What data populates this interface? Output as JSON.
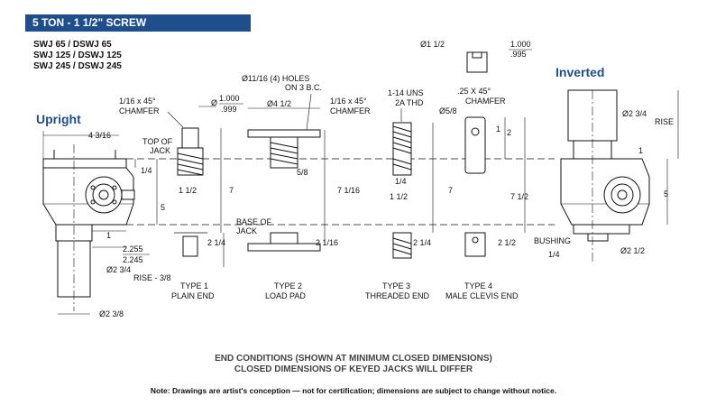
{
  "header": {
    "title": "5 TON - 1 1/2\" SCREW"
  },
  "models": [
    "SWJ 65 / DSWJ 65",
    "SWJ 125 / DSWJ 125",
    "SWJ 245 / DSWJ 245"
  ],
  "views": {
    "upright": "Upright",
    "inverted": "Inverted"
  },
  "upright_dims": {
    "width": "4 3/16",
    "top_of_jack": [
      "TOP OF",
      "JACK"
    ],
    "quarter": "1/4",
    "five": "5",
    "one": "1",
    "d1": "2.255",
    "d2": "2.245",
    "dia_234": "Ø2 3/4",
    "rise_38": "RISE - 3/8",
    "dia_238": "Ø2 3/8"
  },
  "type1": {
    "chamfer": [
      "1/16 x 45°",
      "CHAMFER"
    ],
    "dia_top": "1.000",
    "dia_bottom": ".999",
    "len_112": "1 1/2",
    "len_7": "7",
    "len_214": "2 1/4",
    "base_of_jack": [
      "BASE OF",
      "JACK"
    ],
    "label": [
      "TYPE 1",
      "PLAIN END"
    ]
  },
  "type2": {
    "holes": [
      "Ø11/16 (4) HOLES",
      "ON 3 B.C."
    ],
    "dia": "Ø4 1/2",
    "thick": "5/8",
    "len_7116": "7 1/16",
    "len_2116": "2 1/16",
    "label": [
      "TYPE 2",
      "LOAD PAD"
    ]
  },
  "type3": {
    "chamfer": [
      "1/16 x 45°",
      "CHAMFER"
    ],
    "thread": [
      "1-14 UNS",
      "2A THD"
    ],
    "quarter": "1/4",
    "len_112": "1 1/2",
    "len_7": "7",
    "len_214": "2 1/4",
    "label": [
      "TYPE 3",
      "THREADED END"
    ]
  },
  "type4": {
    "chamfer": [
      ".25 X 45°",
      "CHAMFER"
    ],
    "dia_58": "Ø5/8",
    "one": "1",
    "two": "2",
    "len_712": "7 1/2",
    "len_212": "2 1/2",
    "label": [
      "TYPE 4",
      "MALE CLEVIS END"
    ]
  },
  "inverted_dims": {
    "key_dia": "Ø1 1/2",
    "key_top": "1.000",
    "key_bottom": ".995",
    "dia_234": "Ø2 3/4",
    "rise": "RISE",
    "one": "1",
    "five": "5",
    "bushing": "BUSHING",
    "quarter": "1/4",
    "dia_212": "Ø2 1/2"
  },
  "captions": {
    "line1": "END CONDITIONS (SHOWN AT MINIMUM CLOSED DIMENSIONS)",
    "line2": "CLOSED DIMENSIONS OF KEYED JACKS WILL DIFFER"
  },
  "note": "Note: Drawings are artist's conception — not for certification; dimensions are subject to change without notice."
}
